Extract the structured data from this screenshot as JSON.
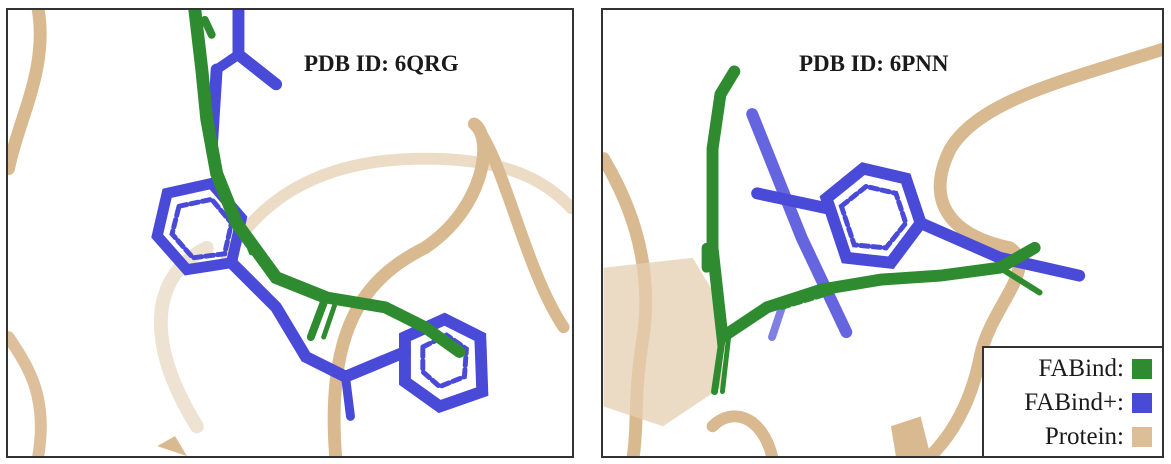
{
  "panels": [
    {
      "label": "PDB ID: 6QRG"
    },
    {
      "label": "PDB ID: 6PNN"
    }
  ],
  "legend": {
    "items": [
      {
        "label": "FABind:",
        "color": "#2e8b30"
      },
      {
        "label": "FABind+:",
        "color": "#4a4ad9"
      },
      {
        "label": "Protein:",
        "color": "#dcbf98"
      }
    ]
  },
  "colors": {
    "fabind": "#2e8b30",
    "fabind_plus": "#4a4ad9",
    "protein": "#d9b990"
  }
}
